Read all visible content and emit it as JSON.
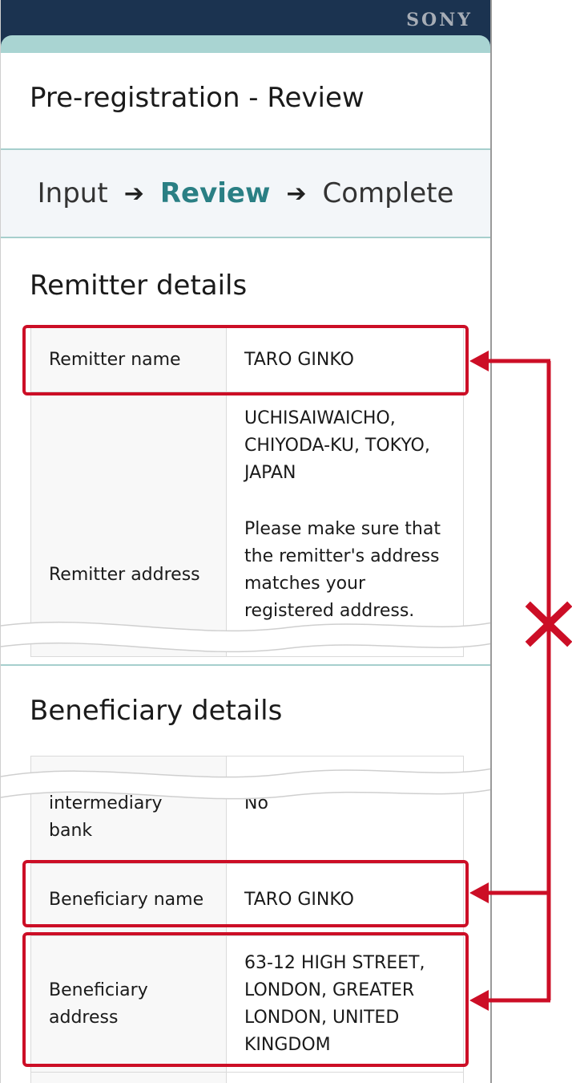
{
  "header": {
    "brand": "SONY",
    "title": "Pre-registration - Review"
  },
  "steps": [
    {
      "label": "Input",
      "active": false
    },
    {
      "label": "Review",
      "active": true
    },
    {
      "label": "Complete",
      "active": false
    }
  ],
  "remitter": {
    "section_title": "Remitter details",
    "name_label": "Remitter name",
    "name_value": "TARO GINKO",
    "address_label": "Remitter address",
    "address_lines": [
      "UCHISAIWAICHO,",
      "CHIYODA-KU, TOKYO,",
      "JAPAN"
    ],
    "address_note_lines": [
      "Please make sure that",
      "the remitter's address",
      "matches your",
      "registered address."
    ]
  },
  "beneficiary": {
    "section_title": "Beneficiary details",
    "intermediary_label_lines": [
      "intermediary",
      "bank"
    ],
    "intermediary_value": "No",
    "name_label": "Beneficiary name",
    "name_value": "TARO GINKO",
    "address_label_lines": [
      "Beneficiary",
      "address"
    ],
    "address_lines": [
      "63-12 HIGH STREET,",
      "LONDON, GREATER",
      "LONDON, UNITED",
      "KINGDOM"
    ]
  },
  "colors": {
    "header_bg": "#1b3350",
    "accent_teal": "#2a7f84",
    "band_teal": "#a9d4d2",
    "highlight_red": "#cc0e26"
  },
  "annotation": {
    "mismatch_icon": "cross-icon",
    "arrow_icon": "arrow-left-icon"
  }
}
